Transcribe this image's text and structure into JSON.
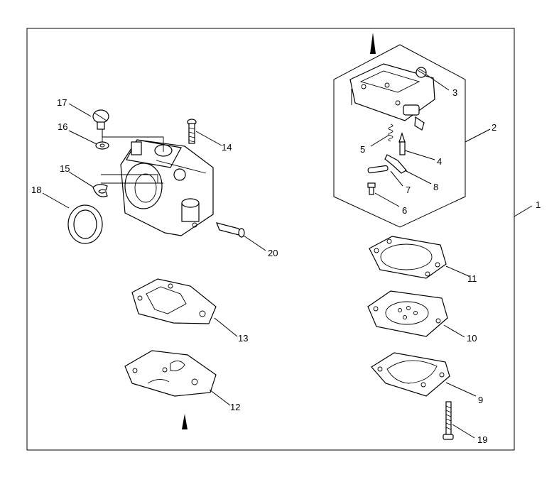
{
  "diagram": {
    "part_numbers": {
      "p1": "1",
      "p2": "2",
      "p3": "3",
      "p4": "4",
      "p5": "5",
      "p6": "6",
      "p7": "7",
      "p8": "8",
      "p9": "9",
      "p10": "10",
      "p11": "11",
      "p12": "12",
      "p13": "13",
      "p14": "14",
      "p15": "15",
      "p16": "16",
      "p17": "17",
      "p18": "18",
      "p19": "19",
      "p20": "20"
    },
    "colors": {
      "line": "#000000",
      "background": "#ffffff"
    }
  }
}
